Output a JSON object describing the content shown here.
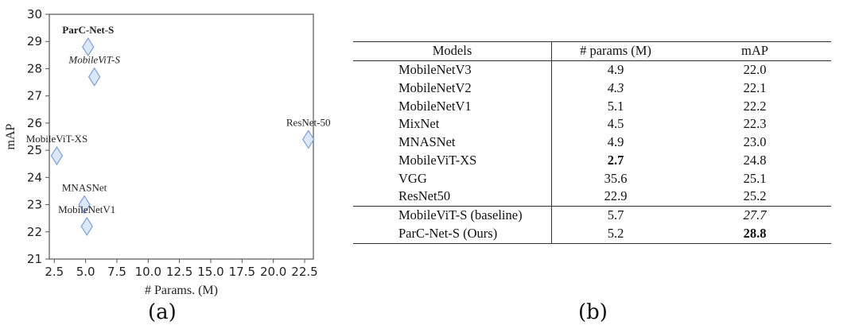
{
  "chart_data": [
    {
      "type": "scatter",
      "xlabel": "# Params. (M)",
      "ylabel": "mAP",
      "xlim": [
        2.1,
        23.2
      ],
      "ylim": [
        21,
        30
      ],
      "xticks": [
        "2.5",
        "5.0",
        "7.5",
        "10.0",
        "12.5",
        "15.0",
        "17.5",
        "20.0",
        "22.5"
      ],
      "yticks": [
        "21",
        "22",
        "23",
        "24",
        "25",
        "26",
        "27",
        "28",
        "29",
        "30"
      ],
      "grid": false,
      "marker": "diamond",
      "marker_color": "#dbe8fb",
      "marker_edge": "#7b9fd4",
      "points": [
        {
          "label": "ParC-Net-S",
          "x": 5.2,
          "y": 28.8,
          "style": "bold"
        },
        {
          "label": "MobileViT-S",
          "x": 5.7,
          "y": 27.7,
          "style": "italic"
        },
        {
          "label": "ResNet-50",
          "x": 22.8,
          "y": 25.4,
          "style": "normal"
        },
        {
          "label": "MobileViT-XS",
          "x": 2.7,
          "y": 24.8,
          "style": "normal"
        },
        {
          "label": "MNASNet",
          "x": 4.9,
          "y": 23.0,
          "style": "normal"
        },
        {
          "label": "MobileNetV1",
          "x": 5.1,
          "y": 22.2,
          "style": "normal"
        }
      ],
      "caption": "(a)"
    },
    {
      "type": "table",
      "columns": [
        "Models",
        "# params (M)",
        "mAP"
      ],
      "rows": [
        {
          "model": "MobileNetV3",
          "params": "4.9",
          "map": "22.0"
        },
        {
          "model": "MobileNetV2",
          "params": "4.3",
          "map": "22.1",
          "params_style": "italic"
        },
        {
          "model": "MobileNetV1",
          "params": "5.1",
          "map": "22.2"
        },
        {
          "model": "MixNet",
          "params": "4.5",
          "map": "22.3"
        },
        {
          "model": "MNASNet",
          "params": "4.9",
          "map": "23.0"
        },
        {
          "model": "MobileViT-XS",
          "params": "2.7",
          "map": "24.8",
          "params_style": "bold"
        },
        {
          "model": "VGG",
          "params": "35.6",
          "map": "25.1"
        },
        {
          "model": "ResNet50",
          "params": "22.9",
          "map": "25.2"
        },
        {
          "model": "MobileViT-S (baseline)",
          "params": "5.7",
          "map": "27.7",
          "map_style": "italic"
        },
        {
          "model": "ParC-Net-S (Ours)",
          "params": "5.2",
          "map": "28.8",
          "map_style": "bold"
        }
      ],
      "caption": "(b)"
    }
  ]
}
